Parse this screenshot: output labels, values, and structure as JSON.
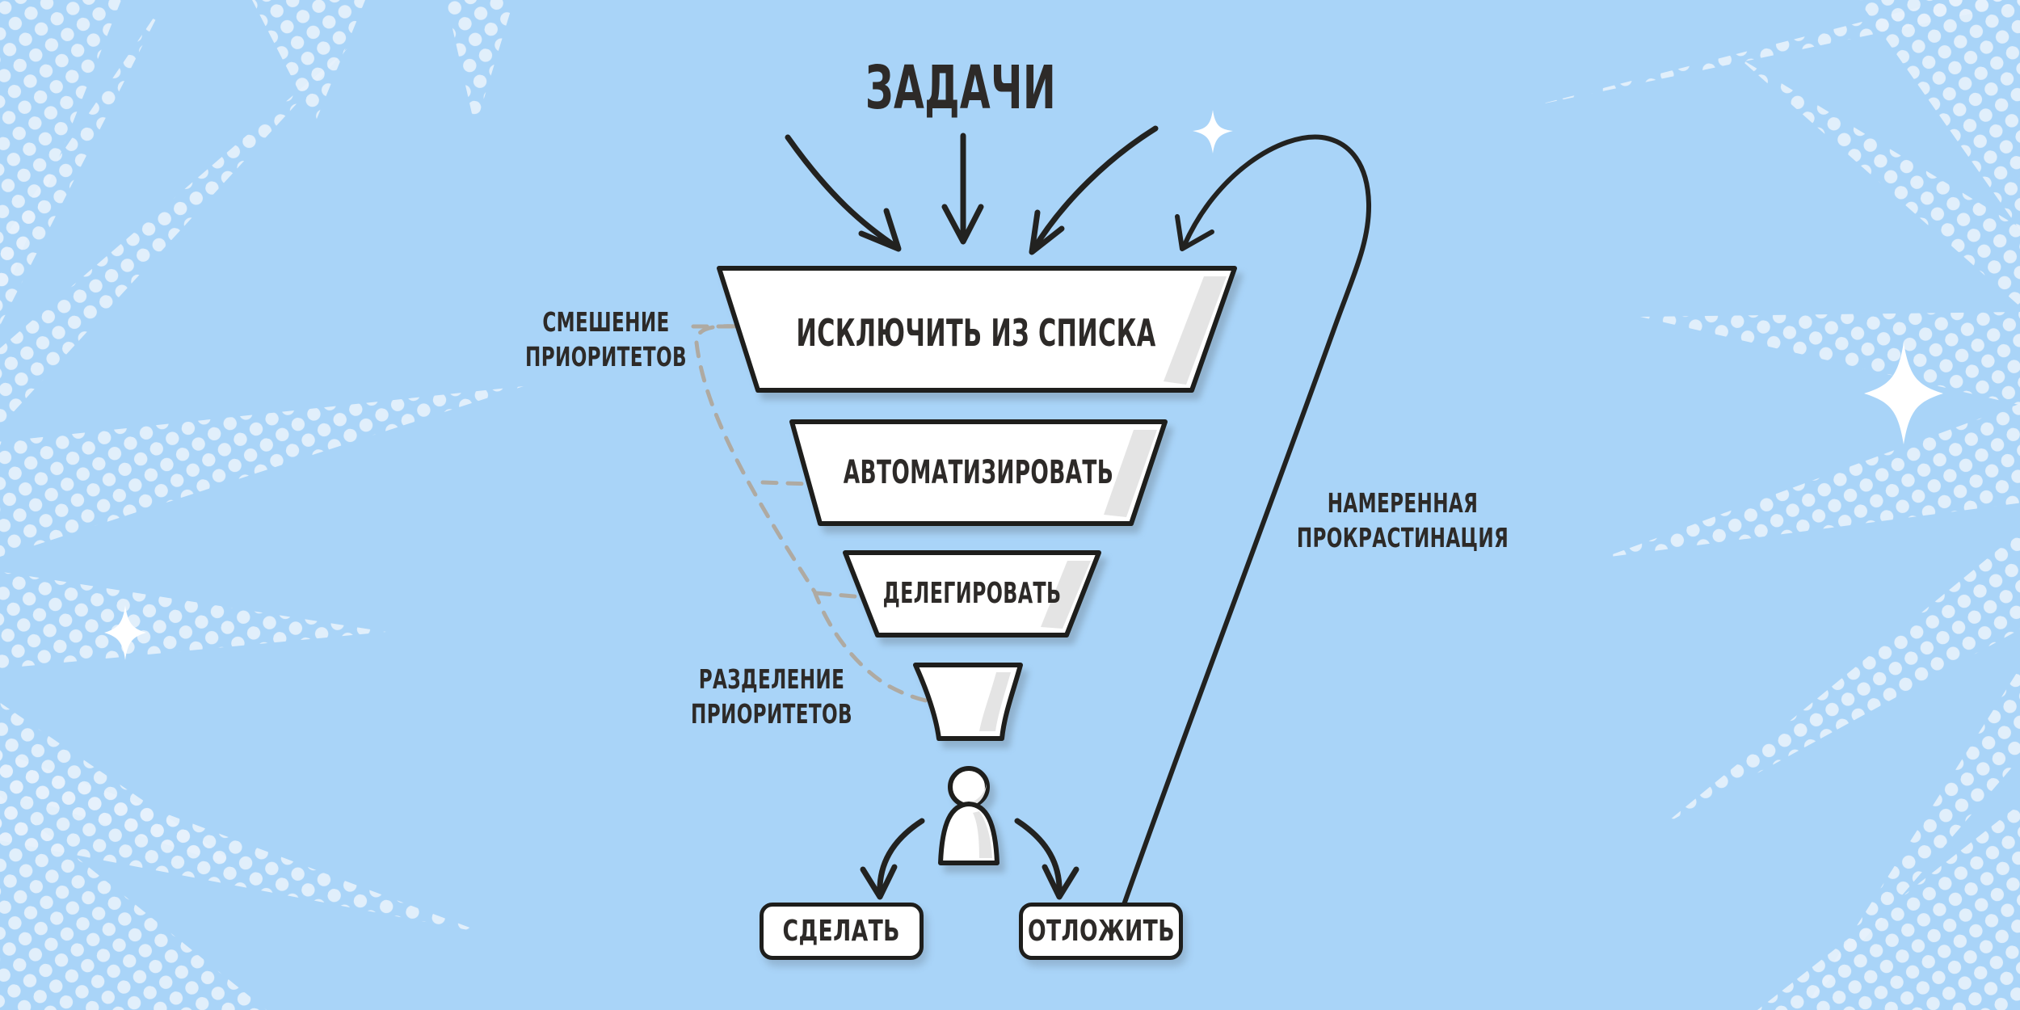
{
  "title": "ЗАДАЧИ",
  "funnel_levels": [
    {
      "label": "ИСКЛЮЧИТЬ ИЗ СПИСКА"
    },
    {
      "label": "АВТОМАТИЗИРОВАТЬ"
    },
    {
      "label": "ДЕЛЕГИРОВАТЬ"
    }
  ],
  "annotations": {
    "mixing_priorities": "СМЕШЕНИЕ ПРИОРИТЕТОВ",
    "separating_priorities": "РАЗДЕЛЕНИЕ ПРИОРИТЕТОВ",
    "intentional_procrastination": "НАМЕРЕННАЯ ПРОКРАСТИНАЦИЯ"
  },
  "outcomes": {
    "do_label": "СДЕЛАТЬ",
    "postpone_label": "ОТЛОЖИТЬ"
  },
  "icons": {
    "person": "person-icon",
    "sparkle": "sparkle-icon",
    "funnel": "funnel-shape",
    "starburst": "halftone-starburst"
  },
  "colors": {
    "background": "#A9D4F8",
    "halftone_dot": "#E6F1FC",
    "shape_fill": "#FFFFFF",
    "shape_shade": "#E4E4E4",
    "outline": "#1E1E1C",
    "text": "#2D2A28",
    "dashed_connector": "#AFAAA2"
  }
}
